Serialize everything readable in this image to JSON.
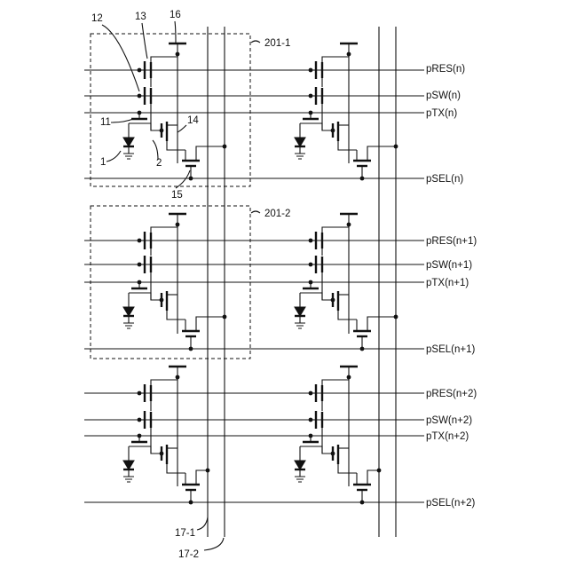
{
  "signal_lines": {
    "res_n": "pRES(n)",
    "sw_n": "pSW(n)",
    "tx_n": "pTX(n)",
    "sel_n": "pSEL(n)",
    "res_n1": "pRES(n+1)",
    "sw_n1": "pSW(n+1)",
    "tx_n1": "pTX(n+1)",
    "sel_n1": "pSEL(n+1)",
    "res_n2": "pRES(n+2)",
    "sw_n2": "pSW(n+2)",
    "tx_n2": "pTX(n+2)",
    "sel_n2": "pSEL(n+2)"
  },
  "pixel_blocks": {
    "block_1": "201-1",
    "block_2": "201-2"
  },
  "output_lines": {
    "line_1": "17-1",
    "line_2": "17-2"
  },
  "reference_numerals": {
    "photodiode": "1",
    "floating_diffusion": "2",
    "transfer_transistor": "11",
    "switch_transistor": "12",
    "reset_transistor": "13",
    "amplifier_transistor": "14",
    "select_transistor": "15",
    "power_supply": "16"
  }
}
